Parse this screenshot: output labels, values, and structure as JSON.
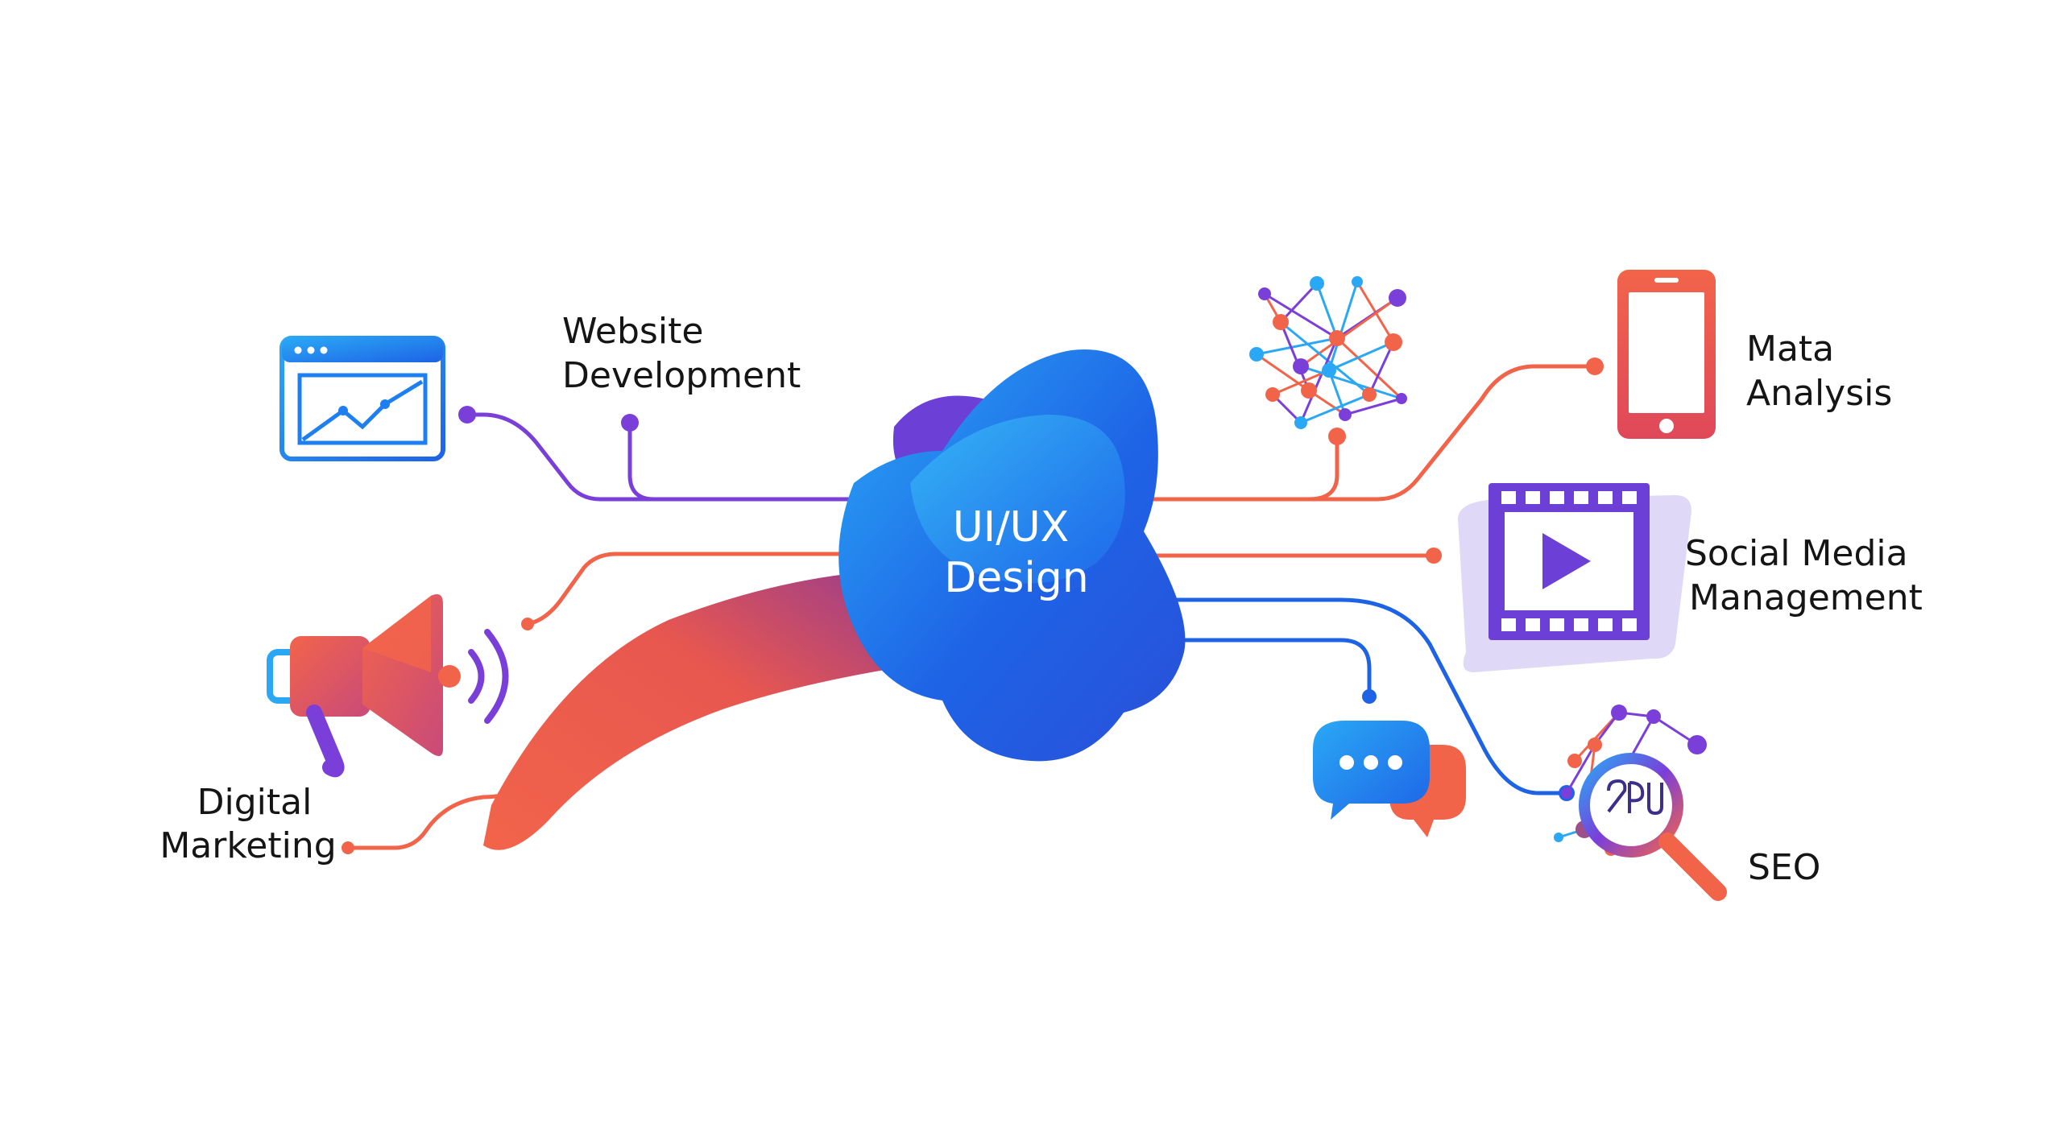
{
  "center": {
    "line1": "UI/UX",
    "line2": "Design"
  },
  "nodes": {
    "website": {
      "line1": "Website",
      "line2": "Development",
      "icon": "browser-chart-icon"
    },
    "marketing": {
      "line1": "Digital",
      "line2": "Marketing",
      "icon": "megaphone-icon"
    },
    "data": {
      "line1": "Mata",
      "line2": "Analysis",
      "icon": "smartphone-icon"
    },
    "social": {
      "line1": "Social Media",
      "line2": "Management",
      "icon": "video-play-icon"
    },
    "seo": {
      "line1": "SEO",
      "icon": "magnifier-network-icon"
    },
    "network": {
      "icon": "network-graph-icon"
    },
    "chat": {
      "icon": "chat-bubbles-icon"
    }
  },
  "colors": {
    "blue": "#1e63e6",
    "light_blue": "#2aa8f5",
    "purple": "#7a3fd9",
    "coral": "#f2644a",
    "text": "#151515"
  }
}
